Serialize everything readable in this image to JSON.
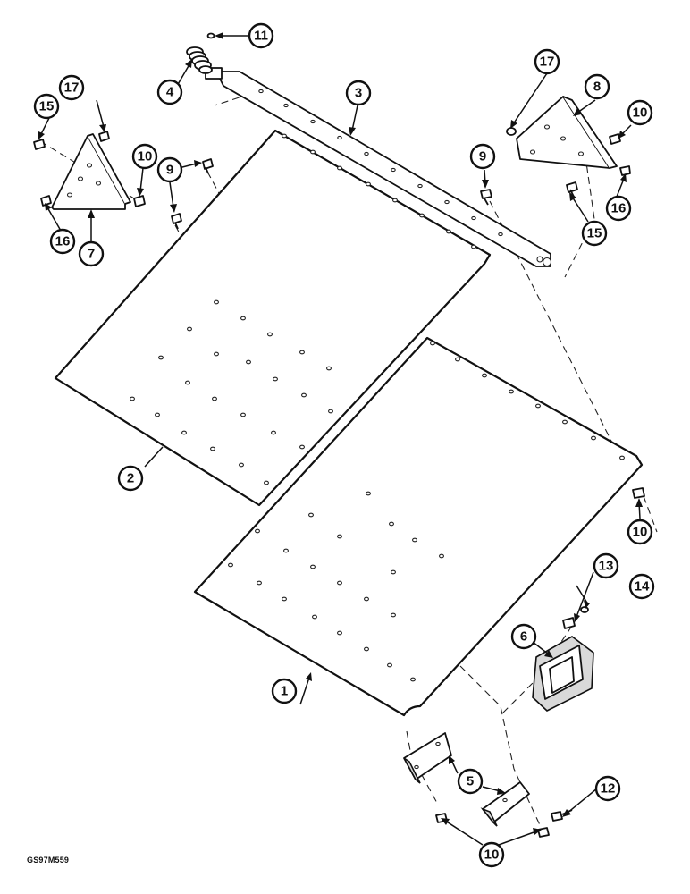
{
  "callouts": [
    {
      "label": "1"
    },
    {
      "label": "2"
    },
    {
      "label": "3"
    },
    {
      "label": "4"
    },
    {
      "label": "5"
    },
    {
      "label": "6"
    },
    {
      "label": "7"
    },
    {
      "label": "8"
    },
    {
      "label": "9"
    },
    {
      "label": "9"
    },
    {
      "label": "10"
    },
    {
      "label": "10"
    },
    {
      "label": "10"
    },
    {
      "label": "10"
    },
    {
      "label": "11"
    },
    {
      "label": "12"
    },
    {
      "label": "13"
    },
    {
      "label": "14"
    },
    {
      "label": "15"
    },
    {
      "label": "15"
    },
    {
      "label": "16"
    },
    {
      "label": "16"
    },
    {
      "label": "17"
    },
    {
      "label": "17"
    }
  ],
  "reference_code": "GS97M559"
}
